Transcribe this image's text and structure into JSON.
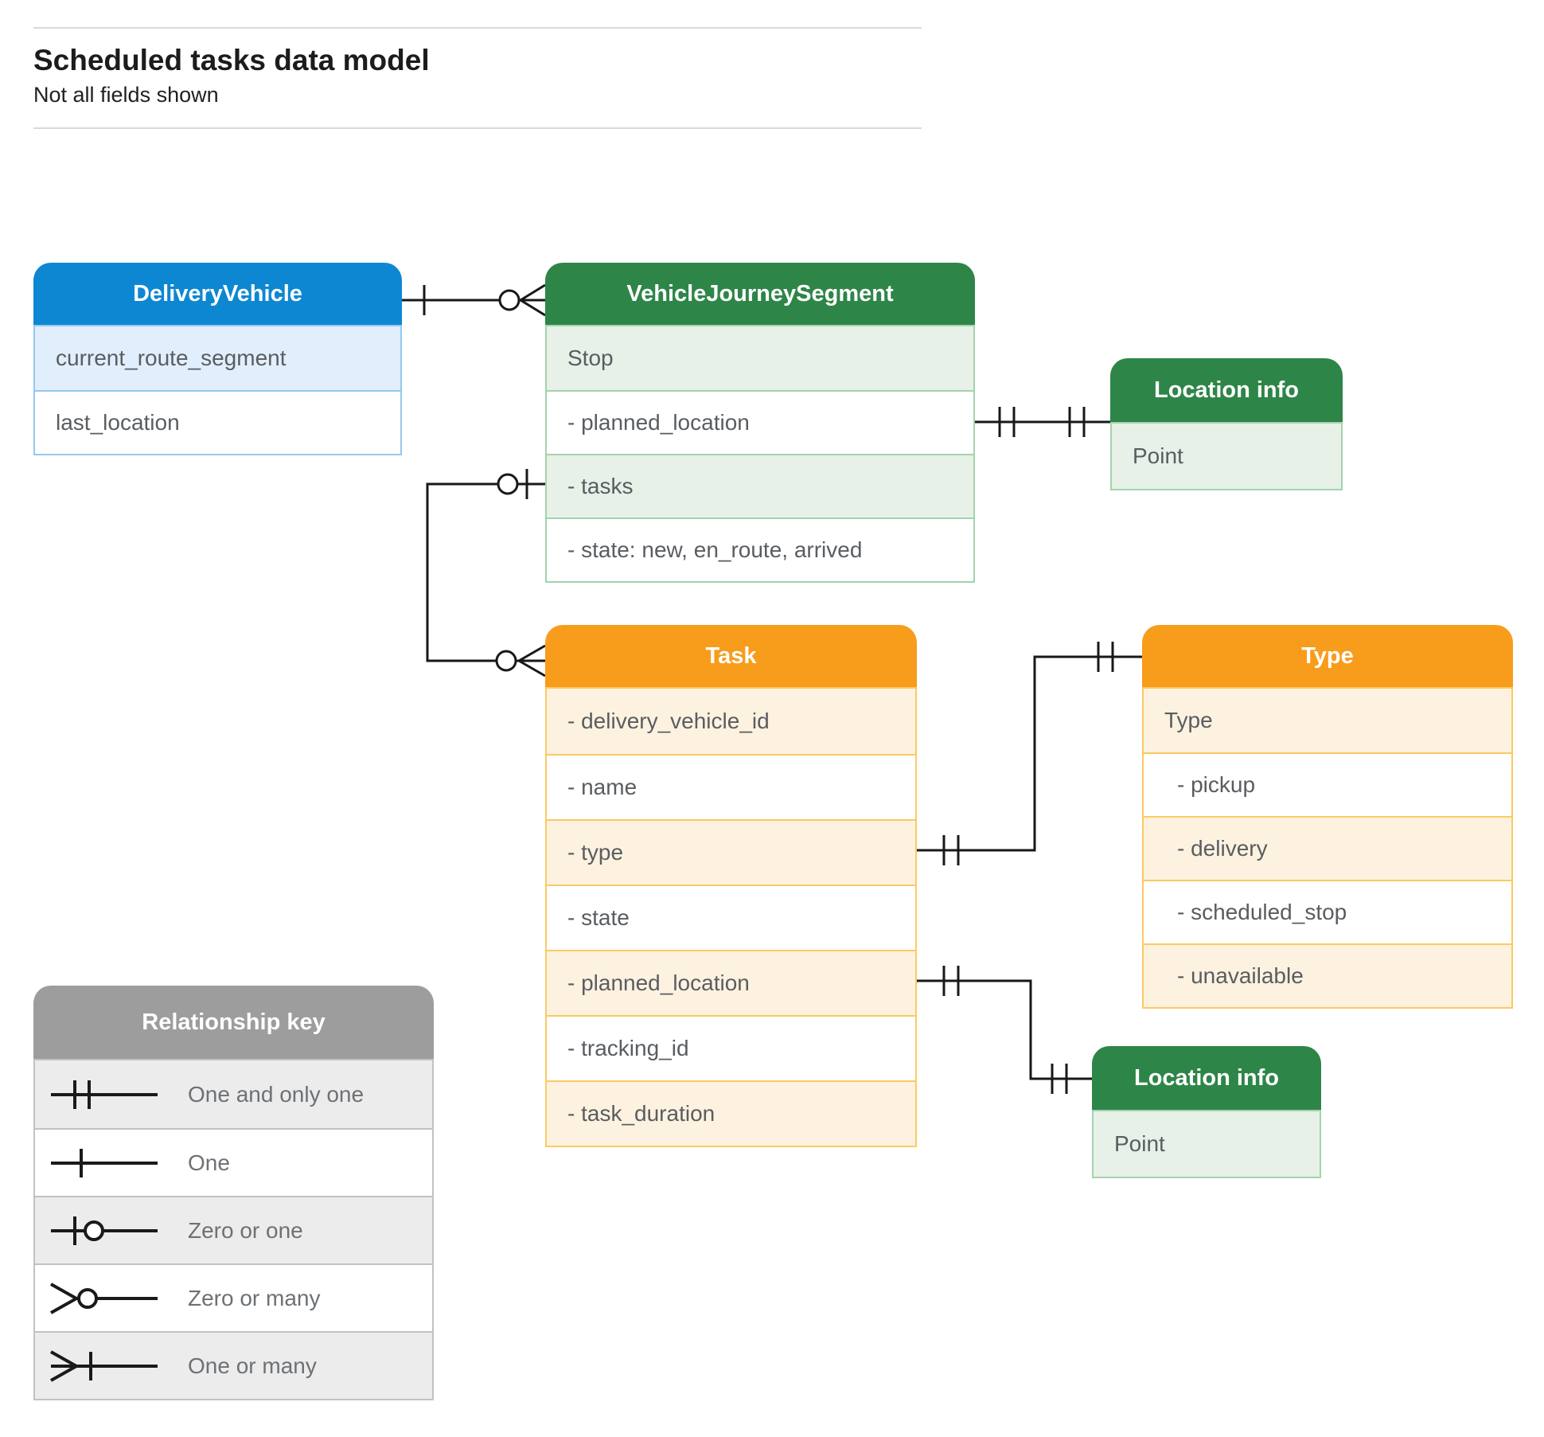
{
  "page": {
    "title": "Scheduled tasks data model",
    "subtitle": "Not all fields shown"
  },
  "entities": {
    "delivery_vehicle": {
      "title": "DeliveryVehicle",
      "fields": [
        "current_route_segment",
        "last_location"
      ]
    },
    "vehicle_journey_segment": {
      "title": "VehicleJourneySegment",
      "fields": [
        "Stop",
        "- planned_location",
        "- tasks",
        "- state: new, en_route, arrived"
      ]
    },
    "location_info_top": {
      "title": "Location info",
      "fields": [
        "Point"
      ]
    },
    "task": {
      "title": "Task",
      "fields": [
        "- delivery_vehicle_id",
        "- name",
        "- type",
        "- state",
        "- planned_location",
        "- tracking_id",
        "- task_duration"
      ]
    },
    "type": {
      "title": "Type",
      "fields": [
        "Type",
        "- pickup",
        "- delivery",
        "- scheduled_stop",
        "- unavailable"
      ]
    },
    "location_info_bottom": {
      "title": "Location info",
      "fields": [
        "Point"
      ]
    }
  },
  "legend": {
    "title": "Relationship key",
    "items": [
      {
        "symbol": "one-and-only-one",
        "label": "One and only one"
      },
      {
        "symbol": "one",
        "label": "One"
      },
      {
        "symbol": "zero-or-one",
        "label": "Zero or one"
      },
      {
        "symbol": "zero-or-many",
        "label": "Zero or many"
      },
      {
        "symbol": "one-or-many",
        "label": "One or many"
      }
    ]
  },
  "relationships": [
    {
      "from": "DeliveryVehicle",
      "to": "VehicleJourneySegment",
      "from_cardinality": "one",
      "to_cardinality": "zero-or-many"
    },
    {
      "from": "VehicleJourneySegment.planned_location",
      "to": "Location info",
      "from_cardinality": "one-and-only-one",
      "to_cardinality": "one-and-only-one"
    },
    {
      "from": "VehicleJourneySegment.tasks",
      "to": "Task",
      "from_cardinality": "zero-or-one",
      "to_cardinality": "zero-or-many"
    },
    {
      "from": "Task.type",
      "to": "Type",
      "from_cardinality": "one-and-only-one",
      "to_cardinality": "one-and-only-one"
    },
    {
      "from": "Task.planned_location",
      "to": "Location info",
      "from_cardinality": "one-and-only-one",
      "to_cardinality": "one-and-only-one"
    }
  ],
  "colors": {
    "blue_header": "#0d87d2",
    "blue_tint": "#e1eefb",
    "blue_border": "#94c8f0",
    "green_header": "#2e8548",
    "green_tint": "#e7f1e8",
    "green_border": "#a3d3ad",
    "orange_header": "#f89c1c",
    "orange_tint": "#fdf2e0",
    "orange_border": "#fbca61",
    "gray_header": "#9d9d9d",
    "gray_tint": "#ececec",
    "gray_border": "#c2c2c2",
    "field_text": "#595d61",
    "connector": "#181818"
  }
}
